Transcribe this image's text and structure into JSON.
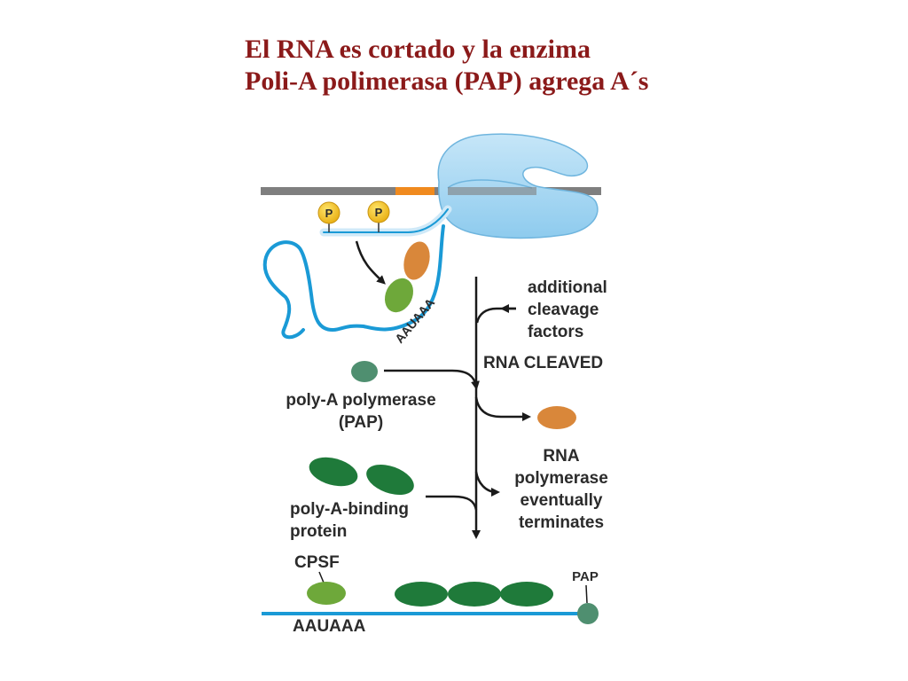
{
  "title": {
    "line1": "El RNA es cortado y la enzima",
    "line2": "Poli-A polimerasa (PAP) agrega A´s"
  },
  "diagram": {
    "phosphate_label": "P",
    "signal_sequence_top": "AAUAAA",
    "flow_labels": {
      "additional_factors": [
        "additional",
        "cleavage",
        "factors"
      ],
      "rna_cleaved": "RNA CLEAVED",
      "pap": [
        "poly-A polymerase",
        "(PAP)"
      ],
      "rnapol": [
        "RNA",
        "polymerase",
        "eventually",
        "terminates"
      ],
      "pabp": [
        "poly-A-binding",
        "protein"
      ]
    },
    "bottom": {
      "cpsf_label": "CPSF",
      "pap_label": "PAP",
      "signal_sequence": "AAUAAA"
    },
    "colors": {
      "title": "#8b1a1a",
      "rna": "#1a9ad6",
      "dna": "#808080",
      "dna_highlight": "#f08a1e",
      "polymerase": "#a9d8f2",
      "phosphate": "#f7c81d",
      "cpsf": "#6ea83a",
      "orange_factor": "#d9873a",
      "pap": "#4f8f70",
      "pabp": "#1f7a3a"
    }
  }
}
